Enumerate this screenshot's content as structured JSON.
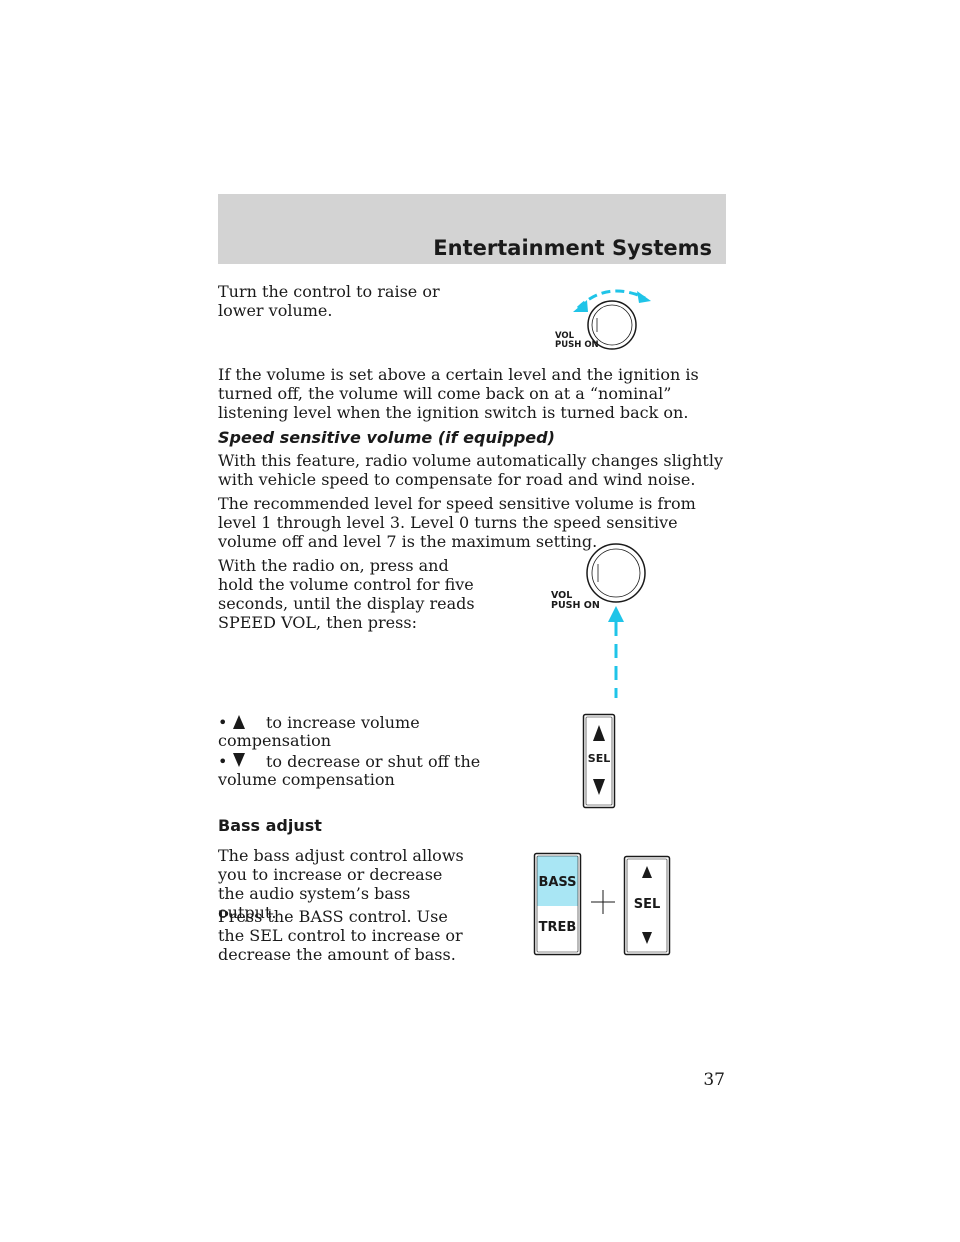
{
  "header": {
    "title": "Entertainment Systems"
  },
  "paragraphs": {
    "p1": "Turn the control to raise or lower volume.",
    "p2": "If the volume is set above a certain level and the ignition is turned off, the volume will come back on at a “nominal” listening level when the ignition switch is turned back on.",
    "h1": "Speed sensitive volume (if equipped)",
    "p3": "With this feature, radio volume automatically changes slightly with vehicle speed to compensate for road and wind noise.",
    "p4": "The recommended level for speed sensitive volume is from level 1 through level 3. Level 0 turns the speed sensitive volume off and level 7 is the maximum setting.",
    "p5": "With the radio on, press and hold the volume control for five seconds, until the display reads SPEED VOL, then press:",
    "b1_line1": "to increase volume",
    "b1_line2": "compensation",
    "b2_line1": "to decrease or shut off the",
    "b2_line2": "volume compensation",
    "h2": "Bass adjust",
    "p6": "The bass adjust control allows you to increase or decrease the audio system’s bass output.",
    "p7": "Press the BASS control. Use the SEL control to increase or decrease the amount of bass."
  },
  "figures": {
    "vol_label_line1": "VOL",
    "vol_label_line2": "PUSH ON",
    "sel_label": "SEL",
    "bass_label": "BASS",
    "treb_label": "TREB"
  },
  "bullet_char": "•",
  "page_number": "37",
  "colors": {
    "accent_cyan": "#1fc4e8",
    "bass_highlight": "#a9e6f4",
    "header_band": "#d3d3d3"
  }
}
